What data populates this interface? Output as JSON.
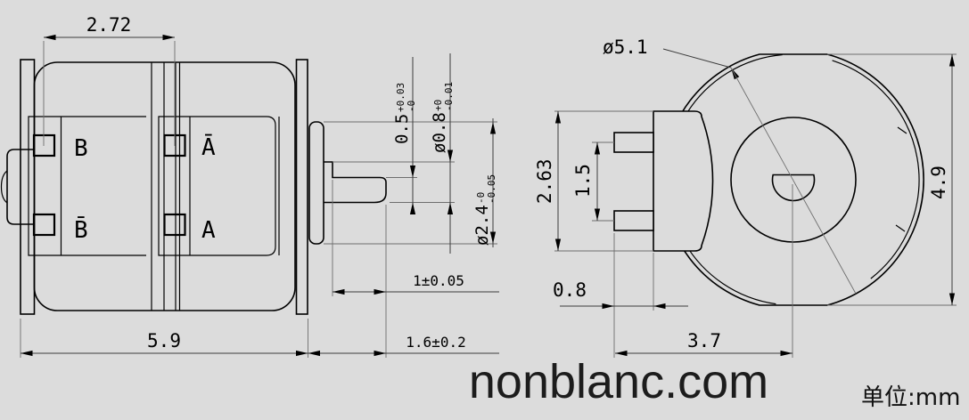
{
  "canvas": {
    "background": "#dcdcdc",
    "ink": "#000000",
    "watermark_ink": "#1c1c1c"
  },
  "watermark": "nonblanc.com",
  "unit_note": "单位:mm",
  "side_view": {
    "terminals": {
      "b": "B",
      "b_bar": "B̄",
      "a_bar": "Ā",
      "a": "A"
    },
    "dims": {
      "pad_spacing": "2.72",
      "body_length": "5.9",
      "shaft_protrusion": "1.6±0.2",
      "flat_length": "1±0.05",
      "flat_height": {
        "value": "0.5",
        "tol_upper": "+0.03",
        "tol_lower": "-0"
      },
      "shaft_dia": {
        "value": "ø0.8",
        "tol_upper": "+0",
        "tol_lower": "-0.01"
      },
      "boss_dia": {
        "value": "ø2.4",
        "tol_upper": "-0",
        "tol_lower": "-0.05"
      }
    }
  },
  "front_view": {
    "dims": {
      "body_dia": "ø5.1",
      "across_flats": "4.9",
      "tab_height": "2.63",
      "pin_spacing": "1.5",
      "pin_length": "0.8",
      "pin_to_center": "3.7"
    }
  }
}
